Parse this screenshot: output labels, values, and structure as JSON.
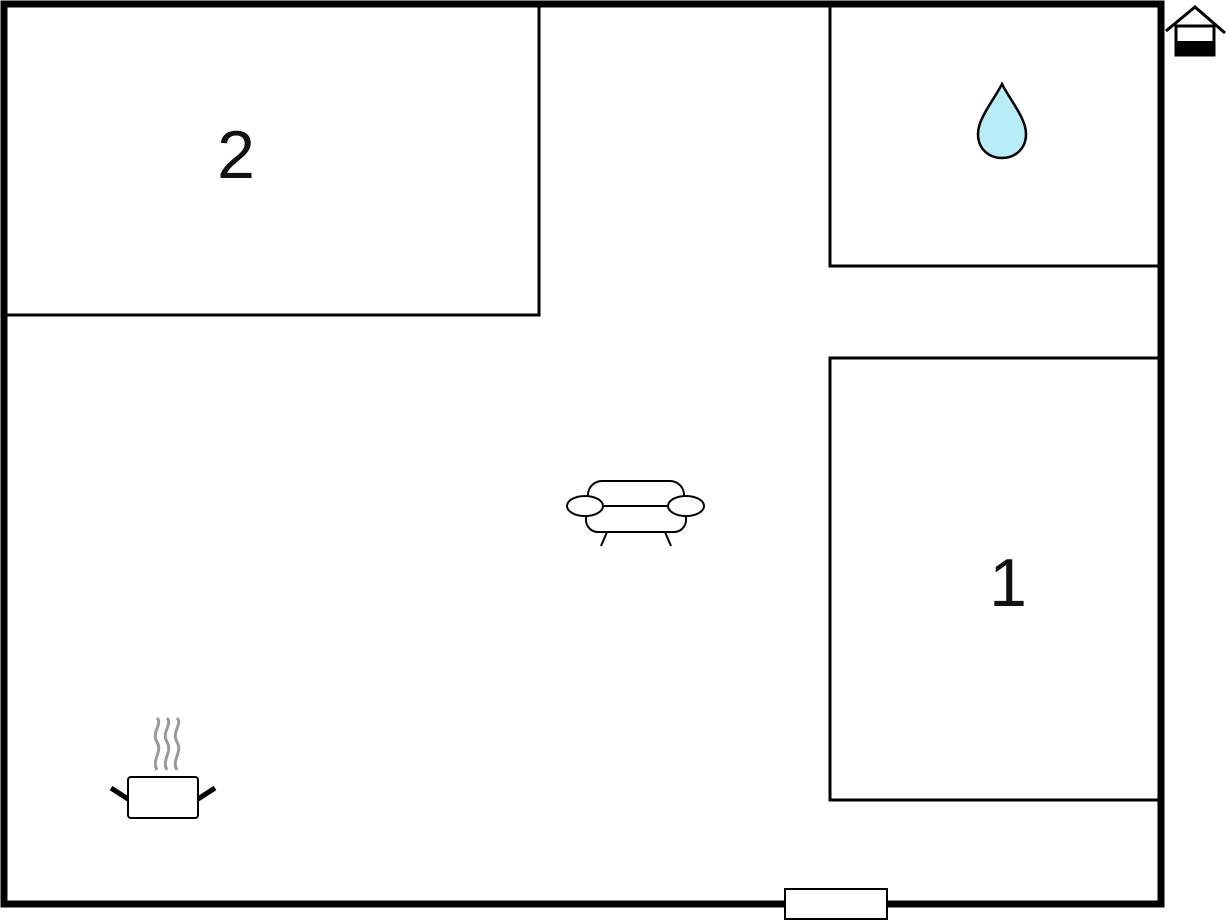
{
  "floorplan": {
    "rooms": [
      {
        "id": "bedroom-2",
        "label": "2"
      },
      {
        "id": "bedroom-1",
        "label": "1"
      }
    ],
    "icons": {
      "entrance": "house-icon",
      "bathroom": "water-drop-icon",
      "living": "sofa-icon",
      "kitchen": "cooking-pot-icon",
      "door": "door-marker"
    }
  },
  "colors": {
    "wall": "#000000",
    "background": "#ffffff",
    "water": "#b8ecf6",
    "steam": "#9a9a9a"
  }
}
